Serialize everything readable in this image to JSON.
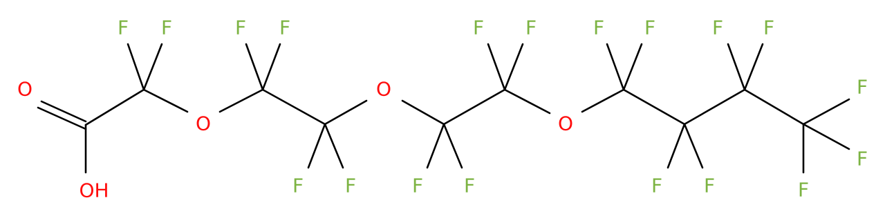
{
  "structure": {
    "colors": {
      "bond": "#000000",
      "oxygen": "#ff0d0d",
      "fluorine": "#7cb342",
      "background": "#ffffff"
    },
    "atoms": [
      {
        "id": "O1",
        "text": "O",
        "element": "oxygen"
      },
      {
        "id": "OH",
        "text": "OH",
        "element": "oxygen"
      },
      {
        "id": "F1",
        "text": "F",
        "element": "fluorine"
      },
      {
        "id": "F2",
        "text": "F",
        "element": "fluorine"
      },
      {
        "id": "O2",
        "text": "O",
        "element": "oxygen"
      },
      {
        "id": "F3",
        "text": "F",
        "element": "fluorine"
      },
      {
        "id": "F4",
        "text": "F",
        "element": "fluorine"
      },
      {
        "id": "F5",
        "text": "F",
        "element": "fluorine"
      },
      {
        "id": "F6",
        "text": "F",
        "element": "fluorine"
      },
      {
        "id": "O3",
        "text": "O",
        "element": "oxygen"
      },
      {
        "id": "F7",
        "text": "F",
        "element": "fluorine"
      },
      {
        "id": "F8",
        "text": "F",
        "element": "fluorine"
      },
      {
        "id": "F9",
        "text": "F",
        "element": "fluorine"
      },
      {
        "id": "F10",
        "text": "F",
        "element": "fluorine"
      },
      {
        "id": "O4",
        "text": "O",
        "element": "oxygen"
      },
      {
        "id": "F11",
        "text": "F",
        "element": "fluorine"
      },
      {
        "id": "F12",
        "text": "F",
        "element": "fluorine"
      },
      {
        "id": "F13",
        "text": "F",
        "element": "fluorine"
      },
      {
        "id": "F14",
        "text": "F",
        "element": "fluorine"
      },
      {
        "id": "F15",
        "text": "F",
        "element": "fluorine"
      },
      {
        "id": "F16",
        "text": "F",
        "element": "fluorine"
      },
      {
        "id": "F17",
        "text": "F",
        "element": "fluorine"
      },
      {
        "id": "F18",
        "text": "F",
        "element": "fluorine"
      },
      {
        "id": "F19",
        "text": "F",
        "element": "fluorine"
      },
      {
        "id": "F20",
        "text": "F",
        "element": "fluorine"
      },
      {
        "id": "F21",
        "text": "F",
        "element": "fluorine"
      }
    ]
  }
}
